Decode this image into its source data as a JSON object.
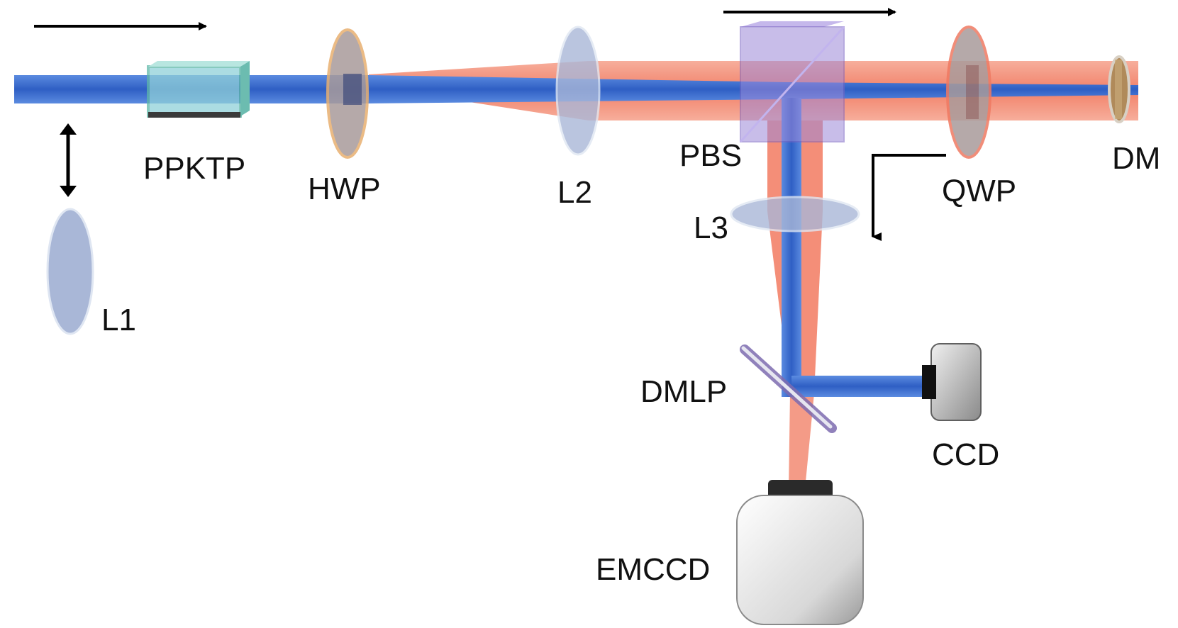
{
  "labels": {
    "ppktp": "PPKTP",
    "hwp": "HWP",
    "l1": "L1",
    "l2": "L2",
    "l3": "L3",
    "pbs": "PBS",
    "qwp": "QWP",
    "dm": "DM",
    "dmlp": "DMLP",
    "ccd": "CCD",
    "emccd": "EMCCD"
  },
  "colors": {
    "pump_beam": "#3d6fd0",
    "signal_beam": "#f07058",
    "lens": "#a8b8d8",
    "waveplate": "#a89a9a",
    "cube": "#9c88d8",
    "crystal": "#8fd0d8"
  }
}
